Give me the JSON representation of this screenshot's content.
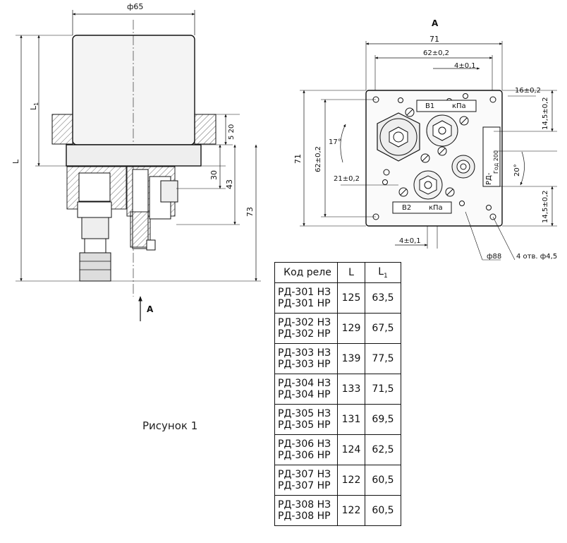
{
  "left_view": {
    "dim_diameter": "ф65",
    "dim_L": "L",
    "dim_L1": "L",
    "dim_L1_sub": "1",
    "dim_5_20": "5 20",
    "dim_30": "30",
    "dim_43": "43",
    "dim_73": "73",
    "view_arrow_label": "A"
  },
  "view_a": {
    "title": "A",
    "dim_71_top": "71",
    "dim_62_top": "62±0,2",
    "dim_4_top": "4±0,1",
    "dim_16": "16±0,2",
    "dim_14_top": "14,5±0,2",
    "dim_71_left": "71",
    "dim_62_left": "62±0,2",
    "dim_17deg": "17°",
    "dim_21": "21±0,2",
    "dim_20deg": "20°",
    "dim_14_bottom": "14,5±0,2",
    "dim_4_bottom": "4±0,1",
    "dim_88": "ф88",
    "dim_holes": "4 отв. ф4,5",
    "plate_b1": "В1",
    "plate_b2": "В2",
    "plate_unit": "кПа",
    "side_label": "РД-",
    "side_label2": "Год 200"
  },
  "caption": "Рисунок 1",
  "table": {
    "headers": [
      "Код реле",
      "L",
      "L"
    ],
    "header_l1_sub": "1",
    "rows": [
      {
        "code1": "РД-301 НЗ",
        "code2": "РД-301 НР",
        "L": "125",
        "L1": "63,5"
      },
      {
        "code1": "РД-302 НЗ",
        "code2": "РД-302 НР",
        "L": "129",
        "L1": "67,5"
      },
      {
        "code1": "РД-303 НЗ",
        "code2": "РД-303 НР",
        "L": "139",
        "L1": "77,5"
      },
      {
        "code1": "РД-304 НЗ",
        "code2": "РД-304 НР",
        "L": "133",
        "L1": "71,5"
      },
      {
        "code1": "РД-305 НЗ",
        "code2": "РД-305 НР",
        "L": "131",
        "L1": "69,5"
      },
      {
        "code1": "РД-306 НЗ",
        "code2": "РД-306 НР",
        "L": "124",
        "L1": "62,5"
      },
      {
        "code1": "РД-307 НЗ",
        "code2": "РД-307 НР",
        "L": "122",
        "L1": "60,5"
      },
      {
        "code1": "РД-308 НЗ",
        "code2": "РД-308 НР",
        "L": "122",
        "L1": "60,5"
      }
    ]
  }
}
